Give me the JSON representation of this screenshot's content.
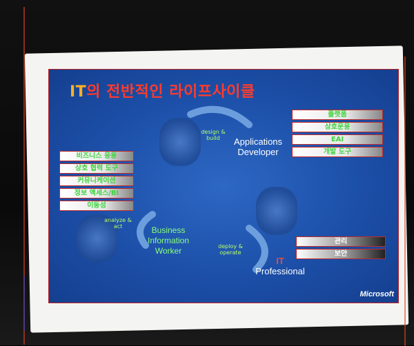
{
  "title": {
    "highlight": "IT",
    "rest": "의 전반적인 라이프사이클"
  },
  "left_boxes": [
    "비즈니스 응용",
    "상호 협력 도구",
    "커뮤니케이션",
    "정보 액세스/BI",
    "이동성"
  ],
  "right_top_boxes": [
    "플랫폼",
    "상호운용",
    "EAI",
    "개발 도구"
  ],
  "right_bottom_boxes": [
    "관리",
    "보안"
  ],
  "roles": {
    "developer": "Applications\nDeveloper",
    "worker": "Business\nInformation\nWorker",
    "it_pro_highlight": "IT",
    "it_pro_rest": "Professional"
  },
  "flow_labels": {
    "design": "design\n& build",
    "analyze": "analyze\n& act",
    "deploy": "deploy\n& operate"
  },
  "brand": "Microsoft",
  "colors": {
    "accent_red": "#ff3b2b",
    "accent_orange": "#ffb020",
    "sheet_blue": "#1c4fa8",
    "label_green": "#3fd43f"
  }
}
